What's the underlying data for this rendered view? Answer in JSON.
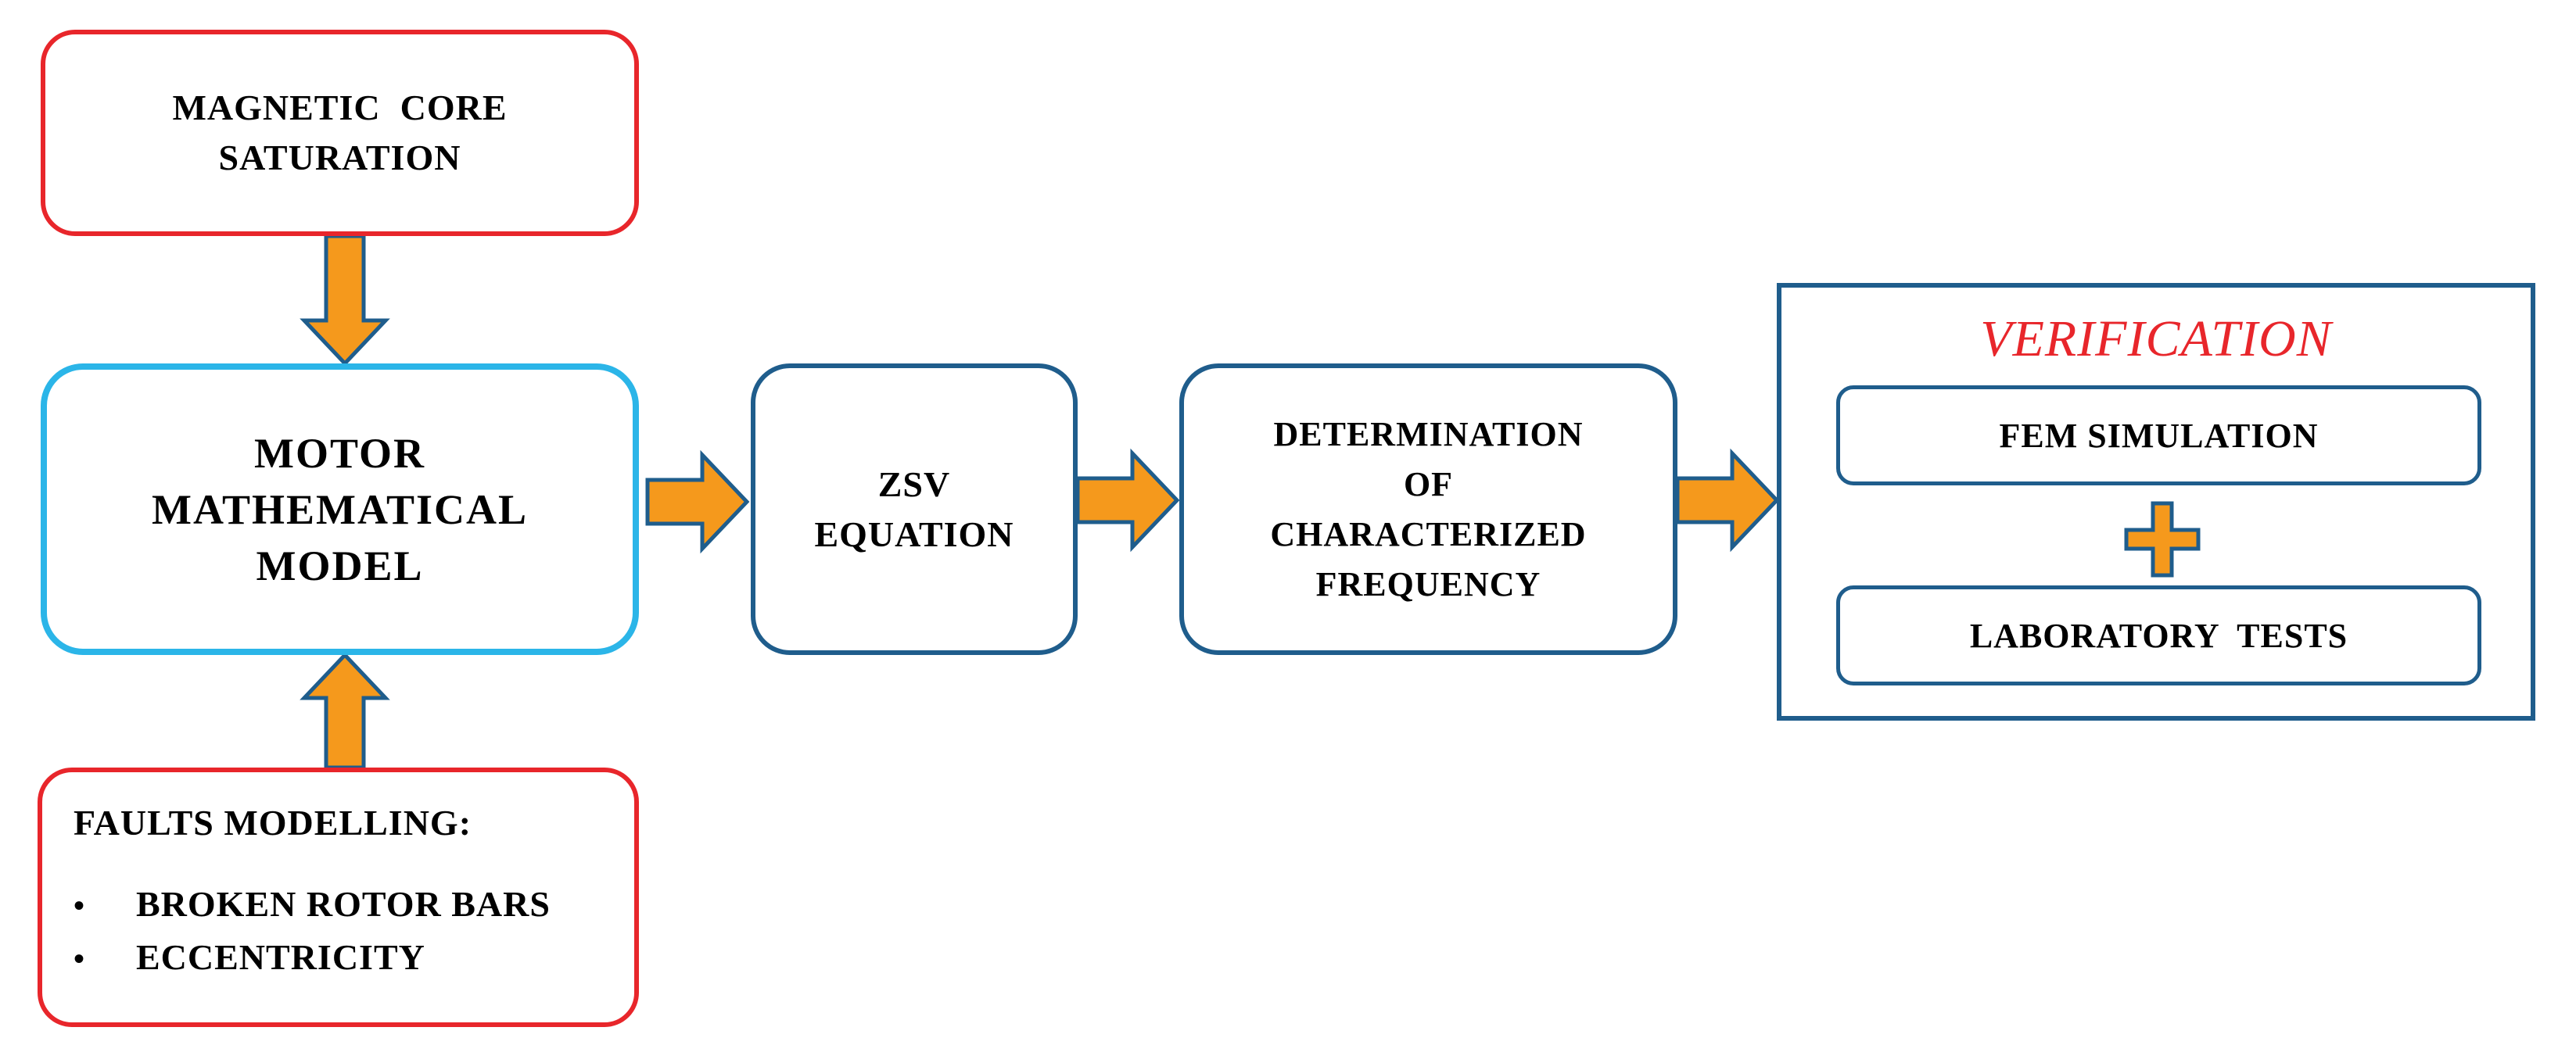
{
  "diagram": {
    "saturation_box": {
      "lines": [
        "MAGNETIC  CORE",
        "SATURATION"
      ]
    },
    "motor_box": {
      "lines": [
        "MOTOR",
        "MATHEMATICAL",
        "MODEL"
      ]
    },
    "faults_box": {
      "heading": "FAULTS MODELLING:",
      "items": [
        "BROKEN ROTOR BARS",
        "ECCENTRICITY"
      ],
      "bullet": "•"
    },
    "zsv_box": {
      "lines": [
        "ZSV",
        "EQUATION"
      ]
    },
    "determination_box": {
      "lines": [
        "DETERMINATION",
        "OF",
        "CHARACTERIZED",
        "FREQUENCY"
      ]
    },
    "verification_panel": {
      "title": "VERIFICATION",
      "fem_label": "FEM SIMULATION",
      "lab_label": "LABORATORY  TESTS"
    },
    "colors": {
      "red_border": "#e8262b",
      "blue_border": "#1f5d8c",
      "cyan_border": "#2bb5e8",
      "arrow_fill": "#f5991c",
      "arrow_stroke": "#1f5d8c",
      "title_color": "#e8262b"
    }
  }
}
